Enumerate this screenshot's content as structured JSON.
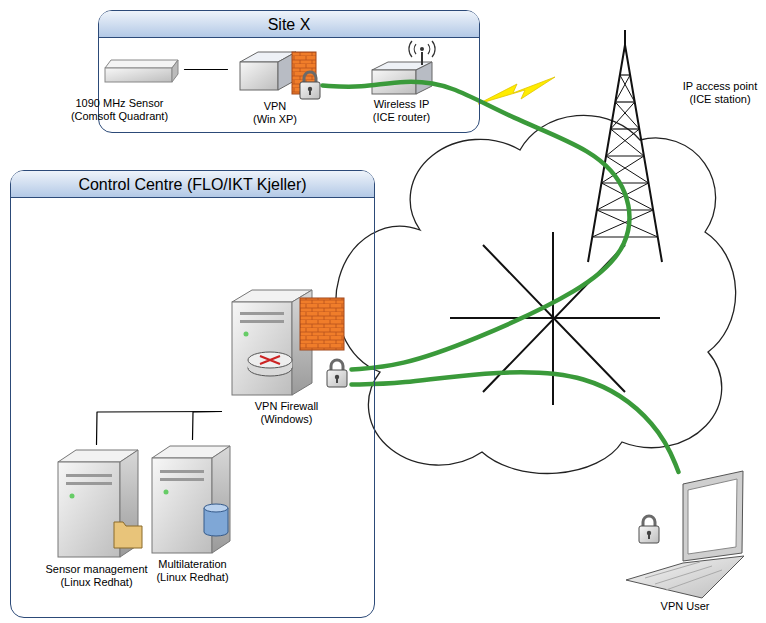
{
  "diagram": {
    "nodes": [
      {
        "text": [
          "Site X"
        ]
      },
      {
        "text": [
          "1090 MHz Sensor (Comsoft Quadrant)"
        ],
        "in": 0
      },
      {
        "text": [
          "VPN (Win XP)"
        ],
        "in": 0
      },
      {
        "text": [
          "Wireless IP (ICE router)"
        ],
        "in": 0
      },
      {
        "text": [
          "IP access point (ICE station)"
        ]
      },
      {
        "text": [
          "Control Centre (FLO/IKT Kjeller)"
        ]
      },
      {
        "text": [
          "VPN Firewall (Windows)"
        ],
        "in": 5
      },
      {
        "text": [
          "Sensor management (Linux Redhat)"
        ],
        "in": 5
      },
      {
        "text": [
          "Multilateration (Linux Redhat)"
        ],
        "in": 5
      },
      {
        "text": [
          "VPN User"
        ]
      }
    ],
    "edges": [
      {
        "from": 1,
        "to": 2,
        "arrow": "none"
      },
      {
        "from": 2,
        "to": 6,
        "arrow": "none"
      },
      {
        "from": 9,
        "to": 6,
        "arrow": "none"
      },
      {
        "from": 6,
        "to": 7,
        "arrow": "none"
      },
      {
        "from": 6,
        "to": 8,
        "arrow": "none"
      }
    ]
  }
}
